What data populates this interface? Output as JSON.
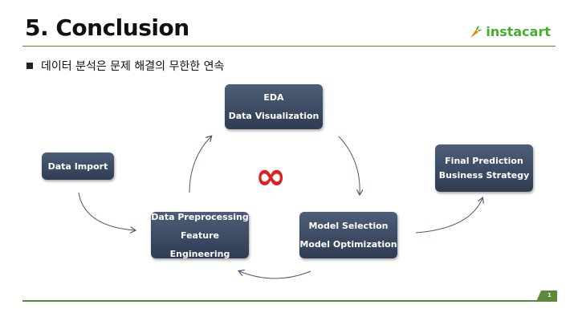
{
  "slide": {
    "title": "5. Conclusion",
    "bullet": "데이터 분석은 문제 해결의 무한한 연속",
    "page_number": "1"
  },
  "logo": {
    "icon": "carrot-icon",
    "text": "instacart",
    "color": "#43b02a"
  },
  "flow": {
    "data_import": {
      "line1": "Data Import"
    },
    "eda": {
      "line1": "EDA",
      "line2": "Data Visualization"
    },
    "final": {
      "line1": "Final Prediction",
      "line2": "Business Strategy"
    },
    "preprocessing": {
      "line1": "Data Preprocessing",
      "line2": "Feature Engineering"
    },
    "model": {
      "line1": "Model Selection",
      "line2": "Model Optimization"
    },
    "center_symbol": "∞",
    "center_color": "#e02020"
  },
  "colors": {
    "box": "#3b4a63",
    "accent_line": "#5a8a3a"
  }
}
